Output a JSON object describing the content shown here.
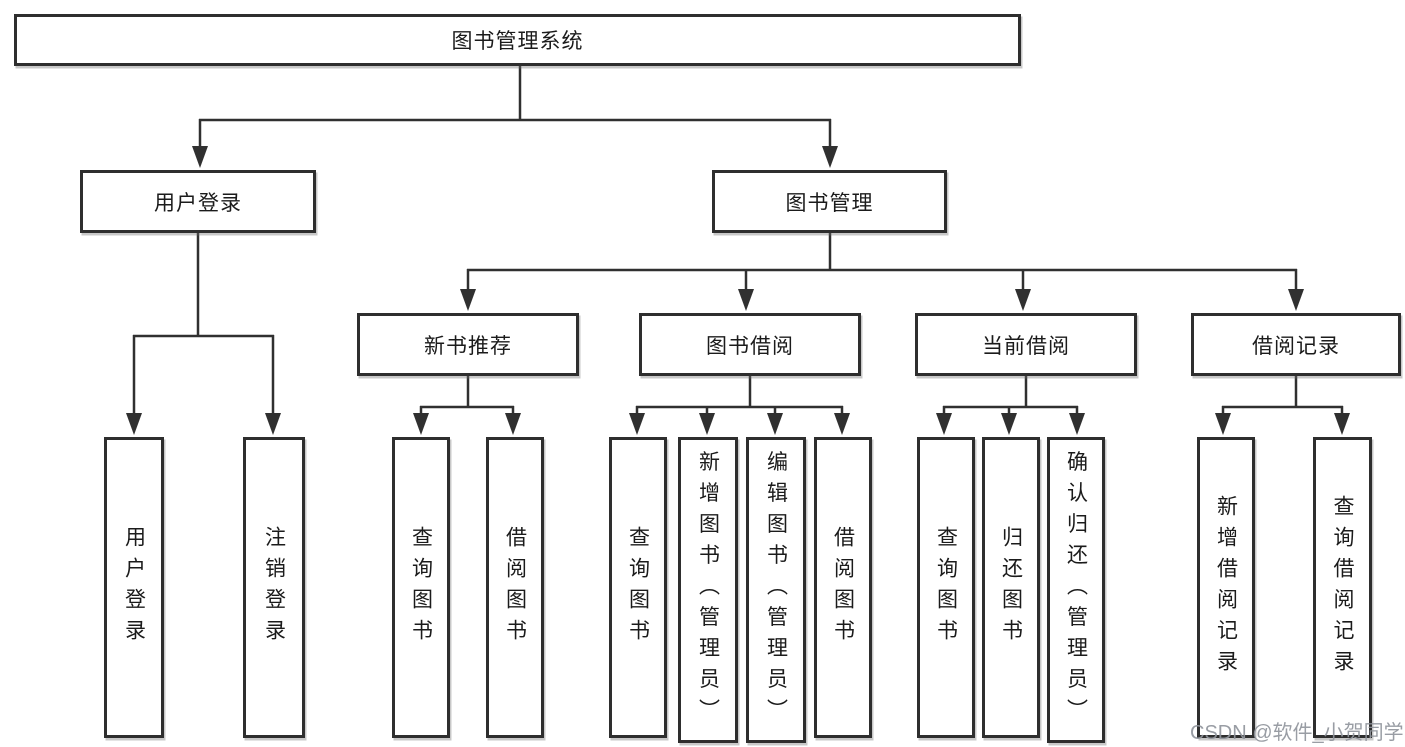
{
  "diagram": {
    "tree": {
      "root": {
        "label": "图书管理系统"
      },
      "branches": [
        {
          "label": "用户登录",
          "children": [
            {
              "label": "用户登录"
            },
            {
              "label": "注销登录"
            }
          ]
        },
        {
          "label": "图书管理",
          "children": [
            {
              "label": "新书推荐",
              "children": [
                {
                  "label": "查询图书"
                },
                {
                  "label": "借阅图书"
                }
              ]
            },
            {
              "label": "图书借阅",
              "children": [
                {
                  "label": "查询图书"
                },
                {
                  "label": "新增图书（管理员）"
                },
                {
                  "label": "编辑图书（管理员）"
                },
                {
                  "label": "借阅图书"
                }
              ]
            },
            {
              "label": "当前借阅",
              "children": [
                {
                  "label": "查询图书"
                },
                {
                  "label": "归还图书"
                },
                {
                  "label": "确认归还（管理员）"
                }
              ]
            },
            {
              "label": "借阅记录",
              "children": [
                {
                  "label": "新增借阅记录"
                },
                {
                  "label": "查询借阅记录"
                }
              ]
            }
          ]
        }
      ]
    },
    "colors": {
      "line": "#303030",
      "box_border": "#2e2e2e",
      "text": "#1b1b1b",
      "watermark": "#90959c",
      "background": "#ffffff"
    }
  },
  "watermark": {
    "text": "CSDN @软件_小贺同学"
  }
}
